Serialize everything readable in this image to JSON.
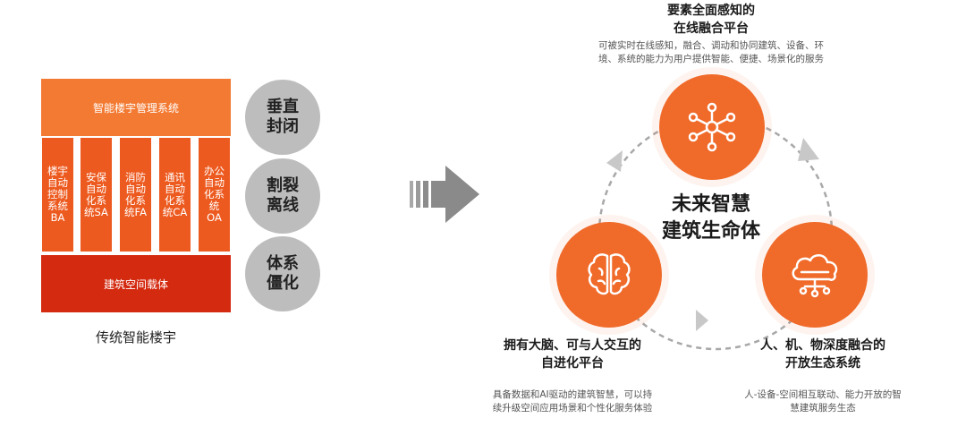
{
  "traditional": {
    "top_label": "智能楼宇管理系统",
    "subsystems": [
      "楼宇\n自动\n控制\n系统\nBA",
      "安保\n自动\n化系\n统SA",
      "消防\n自动\n化系\n统FA",
      "通讯\n自动\n化系\n统CA",
      "办公\n自动\n化系\n统\nOA"
    ],
    "bottom_label": "建筑空间载体",
    "caption": "传统智能楼宇",
    "problems": [
      "垂直\n封闭",
      "割裂\n离线",
      "体系\n僵化"
    ]
  },
  "future": {
    "center_line1": "未来智慧",
    "center_line2": "建筑生命体",
    "top": {
      "title_line1": "要素全面感知的",
      "title_line2": "在线融合平台",
      "desc_line1": "可被实时在线感知，融合、调动和协同建筑、设备、环",
      "desc_line2": "境、系统的能力为用户提供智能、便捷、场景化的服务"
    },
    "left": {
      "title_line1": "拥有大脑、可与人交互的",
      "title_line2": "自进化平台",
      "desc_line1": "具备数据和AI驱动的建筑智慧，可以持",
      "desc_line2": "续升级空间应用场景和个性化服务体验"
    },
    "right": {
      "title_line1": "人、机、物深度融合的",
      "title_line2": "开放生态系统",
      "desc_line1": "人-设备-空间相互联动、能力开放的智",
      "desc_line2": "慧建筑服务生态"
    }
  },
  "colors": {
    "orange": "#f06a2a",
    "top_box": "#f37a32",
    "sub_box": "#ed5a1f",
    "bottom_box": "#d42a10",
    "grey": "#bdbdbd"
  },
  "icons": [
    "network-icon",
    "brain-icon",
    "cloud-icon",
    "arrow-right-icon"
  ]
}
